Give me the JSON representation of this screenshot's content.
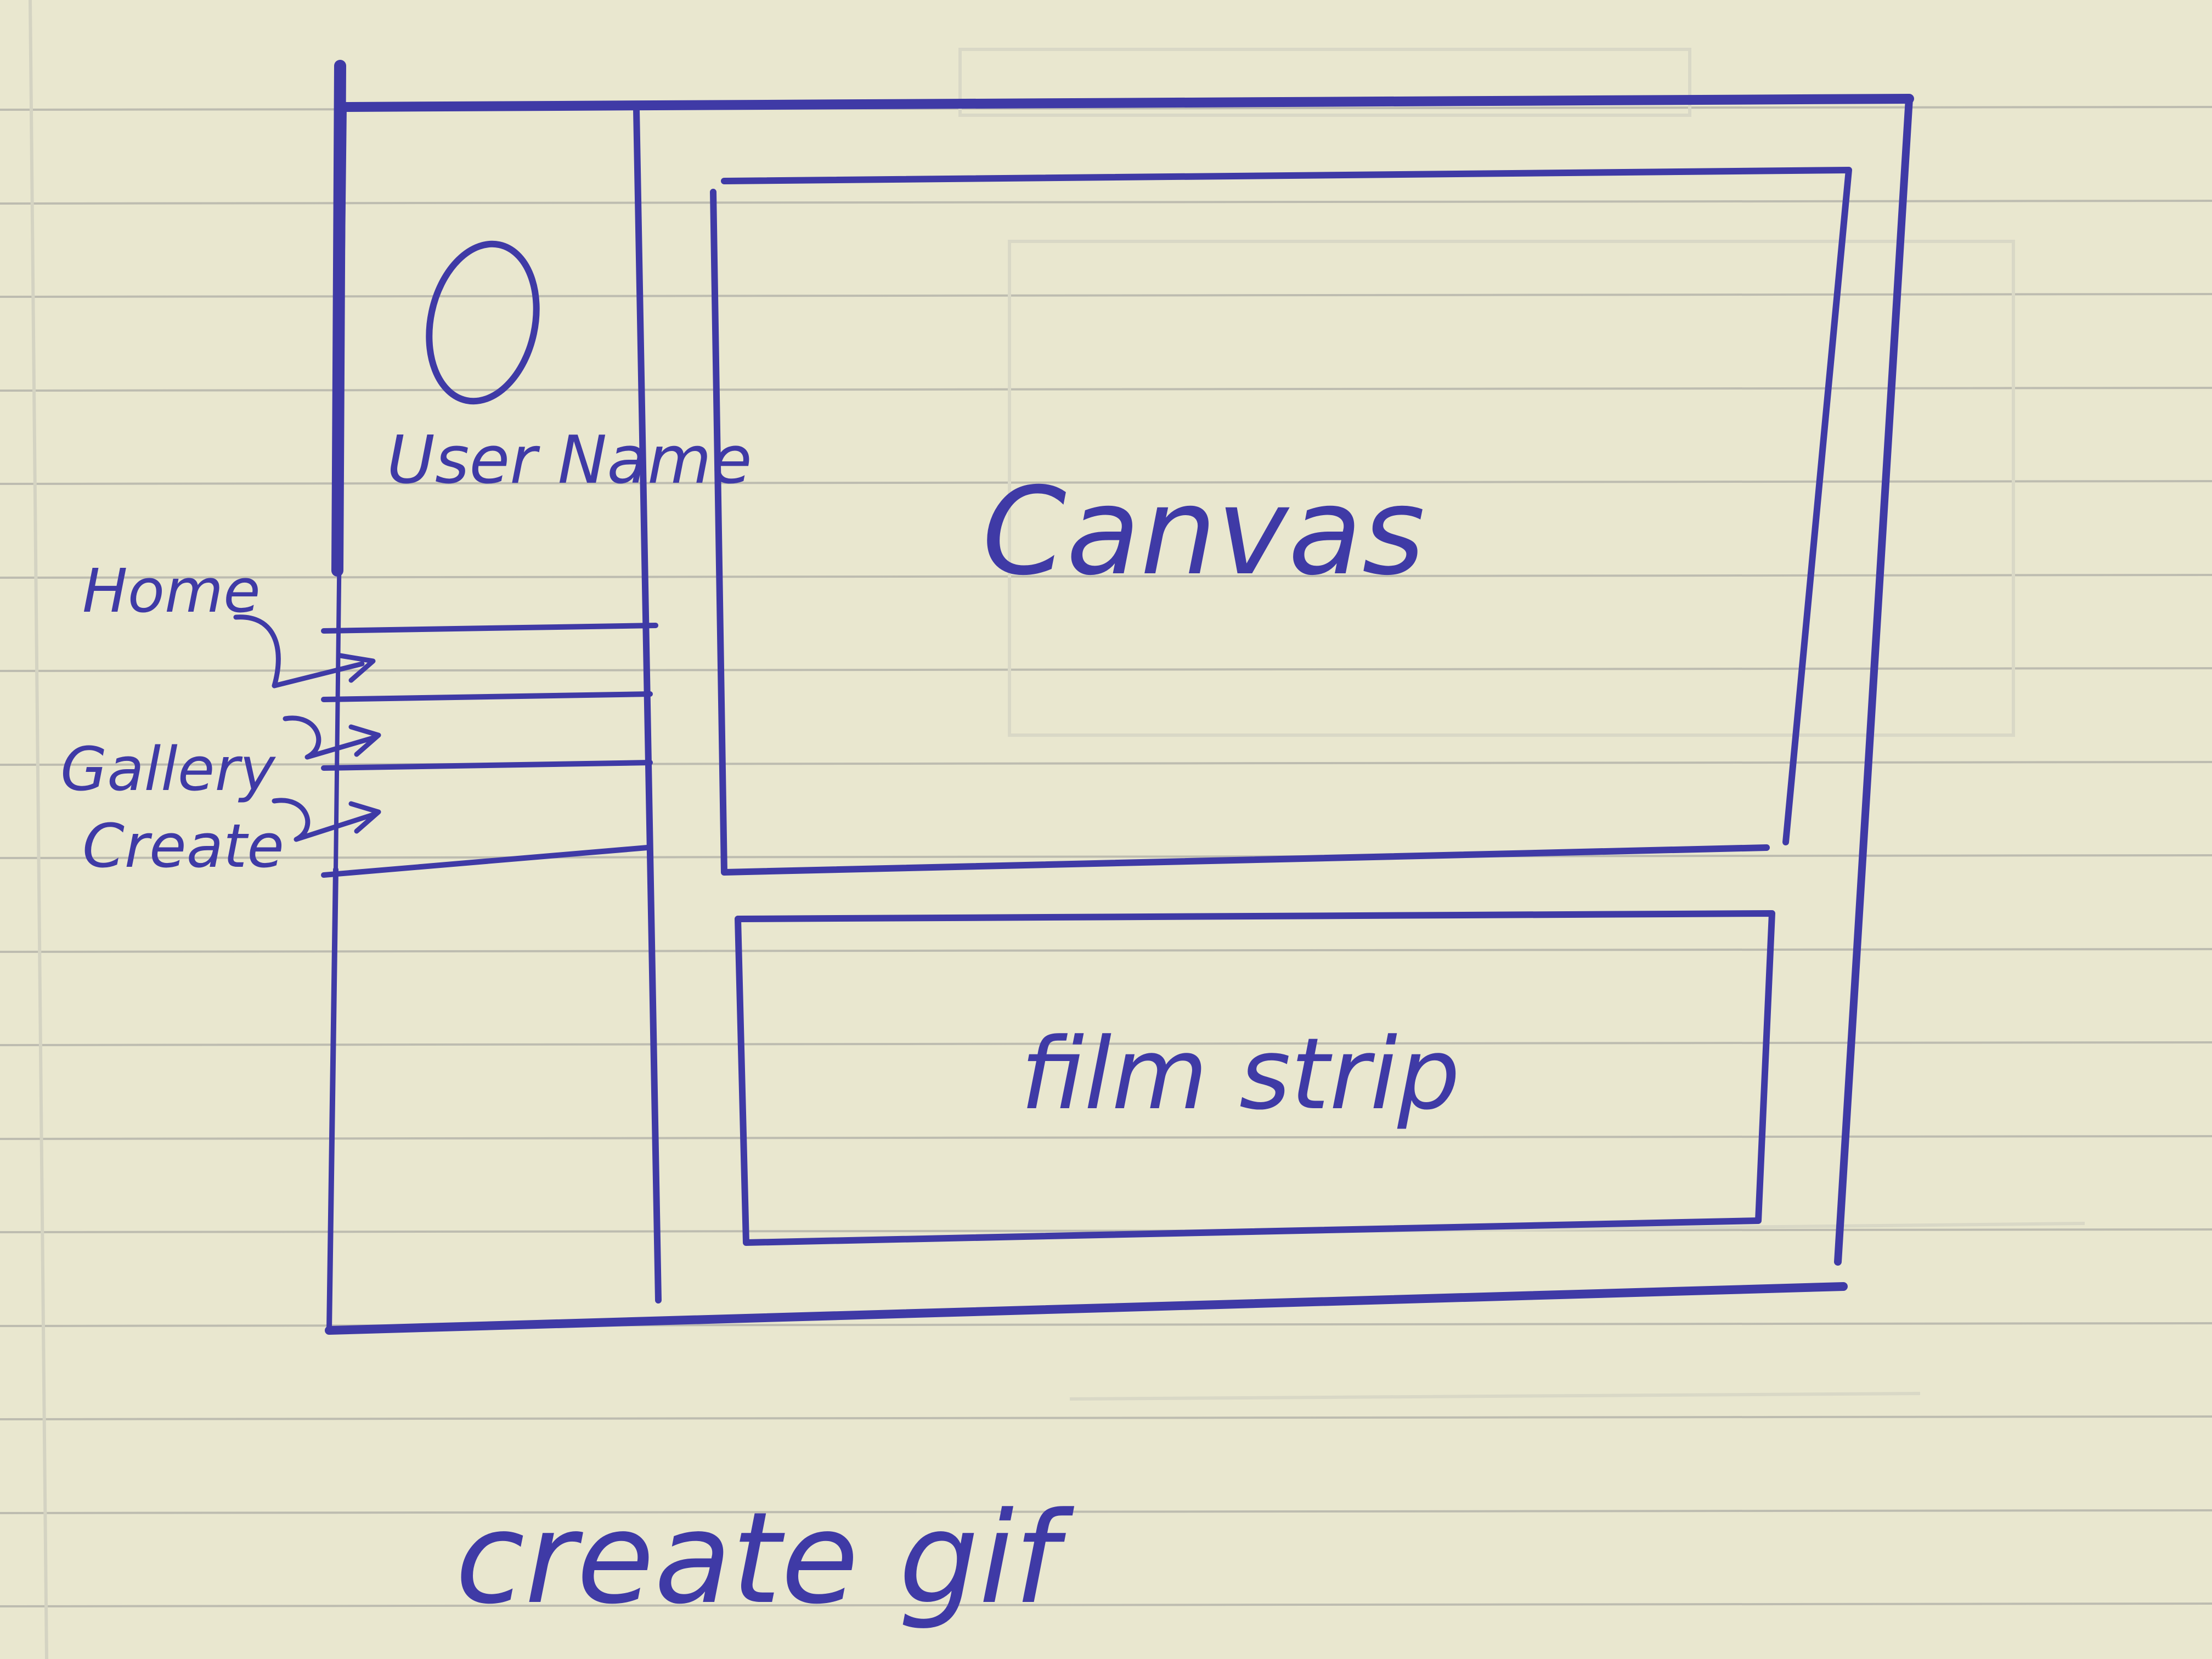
{
  "colors": {
    "paper": "#e9e7cf",
    "ruling": "#b8b8b8",
    "ink": "#3f3aa6",
    "ghost": "#d9d8c6"
  },
  "sidebar": {
    "username": "User Name",
    "nav_items": [
      {
        "label": "Home"
      },
      {
        "label": "Gallery"
      },
      {
        "label": "Create"
      }
    ],
    "avatar_icon": "circle-avatar-icon",
    "arrow_icon": "arrow-right-icon"
  },
  "main": {
    "canvas_label": "Canvas",
    "filmstrip_label": "film strip"
  },
  "caption": "create gif"
}
